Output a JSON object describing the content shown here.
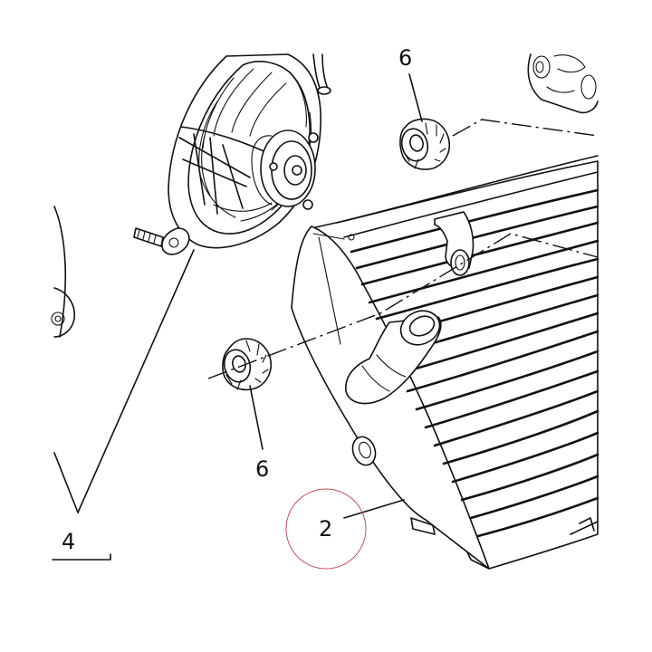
{
  "callouts": {
    "fan_label": "4",
    "radiator_label": "2",
    "mount_top_label": "6",
    "mount_bottom_label": "6"
  },
  "colors": {
    "line": "#111111",
    "background": "#ffffff",
    "highlight_circle": "#c0505a"
  }
}
